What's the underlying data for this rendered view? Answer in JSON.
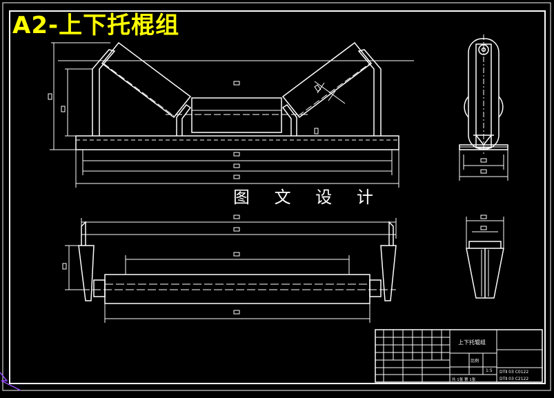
{
  "drawing": {
    "title": "A2-上下托棍组",
    "watermark": "图 文 设 计",
    "title_block": {
      "drawing_name": "上下托辊组",
      "scale_label": "比例",
      "scale": "1:5",
      "sheet_label": "共 1张  第 1张",
      "drawing_no_1": "DTⅡ 03 C0122",
      "drawing_no_2": "DTⅡ 03 C2122"
    }
  },
  "colors": {
    "background": "#000000",
    "lines": "#ffffff",
    "title": "#ffff00",
    "corner_marker": "#9b4cff"
  }
}
